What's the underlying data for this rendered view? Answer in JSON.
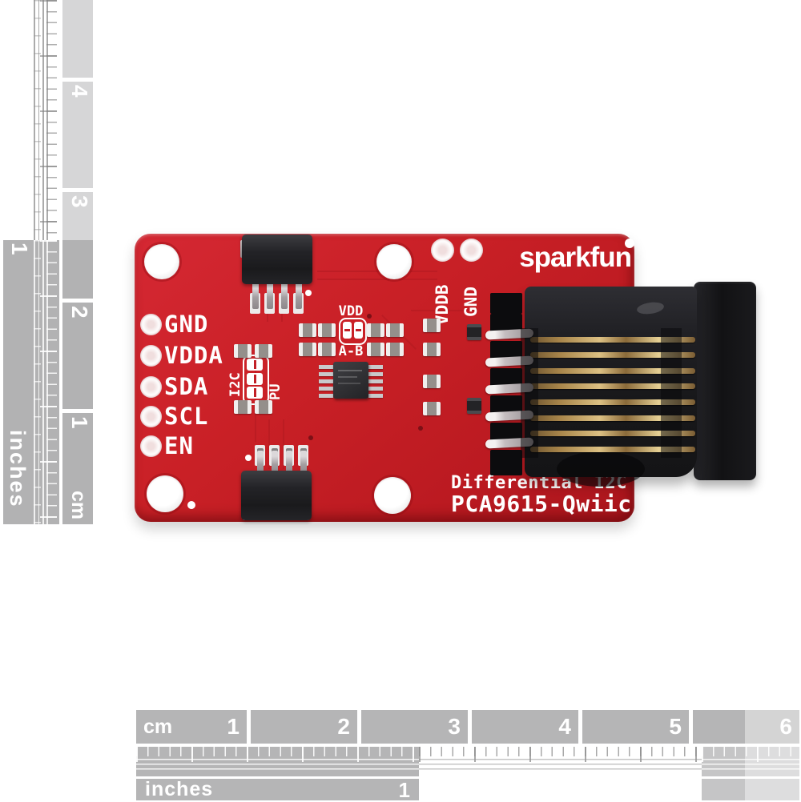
{
  "rulers": {
    "left": {
      "cm_label": "cm",
      "inch_label": "inches",
      "cm_numbers": [
        "4",
        "3",
        "2",
        "1"
      ],
      "inch_numbers": [
        "1"
      ]
    },
    "bottom": {
      "cm_label": "cm",
      "inch_label": "inches",
      "cm_numbers": [
        "1",
        "2",
        "3",
        "4",
        "5",
        "6"
      ],
      "inch_numbers": [
        "1"
      ]
    }
  },
  "pcb": {
    "brand_logo": "sparkfun",
    "left_pin_labels": [
      "GND",
      "VDDA",
      "SDA",
      "SCL",
      "EN"
    ],
    "top_pin_labels": [
      "VDDB",
      "GND"
    ],
    "vdd_jumper": {
      "label_top": "VDD",
      "label_bottom": "A-B"
    },
    "i2c_jumper": {
      "label_left": "I2C",
      "label_right": "PU"
    },
    "product_title": "Differential I2C",
    "product_subtitle": "PCA9615-Qwiic",
    "colors": {
      "board_red": "#c92026",
      "silkscreen_white": "#ffffff",
      "connector_black": "#1d1d20",
      "pin_gold": "#cfa75e",
      "ruler_gray": "#b5b5b6"
    }
  }
}
